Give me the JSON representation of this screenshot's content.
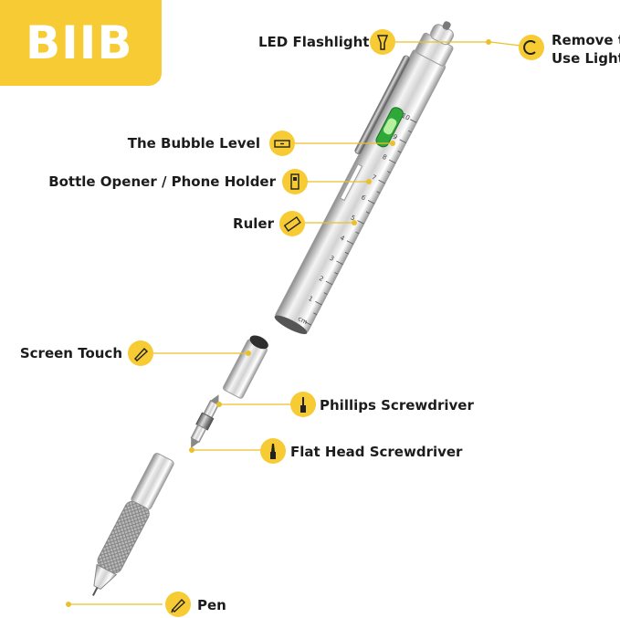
{
  "brand": {
    "logo_text": "BIIB",
    "accent": "#f6cb33"
  },
  "features": {
    "led_flashlight": {
      "label": "LED Flashlight",
      "icon": "flashlight-icon"
    },
    "remove_to_use_light": {
      "label_line1": "Remove to",
      "label_line2": "Use Light",
      "icon": "rotate-icon"
    },
    "bubble_level": {
      "label": "The Bubble Level",
      "icon": "level-icon"
    },
    "bottle_opener": {
      "label": "Bottle Opener / Phone Holder",
      "icon": "bottle-opener-icon"
    },
    "ruler": {
      "label": "Ruler",
      "icon": "ruler-icon"
    },
    "screen_touch": {
      "label": "Screen Touch",
      "icon": "stylus-icon"
    },
    "phillips": {
      "label": "Phillips Screwdriver",
      "icon": "phillips-screwdriver-icon"
    },
    "flat_head": {
      "label": "Flat Head Screwdriver",
      "icon": "flat-screwdriver-icon"
    },
    "pen": {
      "label": "Pen",
      "icon": "pen-icon"
    }
  },
  "ruler_marks": [
    "cm",
    "1",
    "2",
    "3",
    "4",
    "5",
    "6",
    "7",
    "8",
    "9",
    "10"
  ]
}
